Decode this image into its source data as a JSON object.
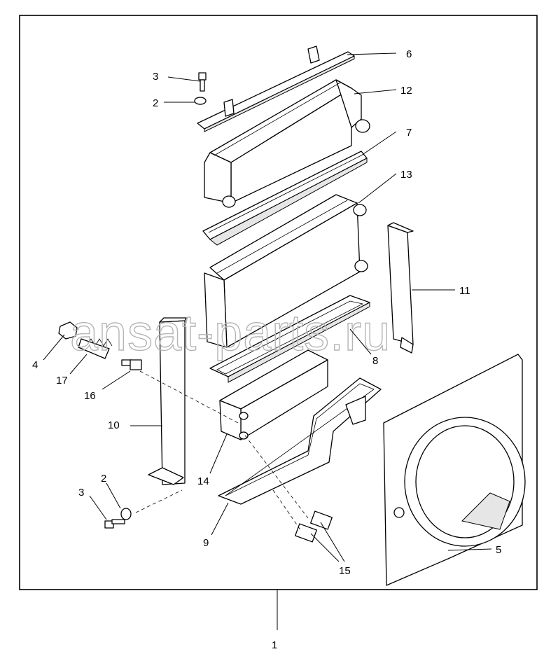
{
  "watermark": "ansat-parts.ru",
  "callouts": {
    "c1": "1",
    "c2a": "2",
    "c2b": "2",
    "c3a": "3",
    "c3b": "3",
    "c4": "4",
    "c5": "5",
    "c6": "6",
    "c7": "7",
    "c8": "8",
    "c9": "9",
    "c10": "10",
    "c11": "11",
    "c12": "12",
    "c13": "13",
    "c14": "14",
    "c15": "15",
    "c16": "16",
    "c17": "17"
  }
}
